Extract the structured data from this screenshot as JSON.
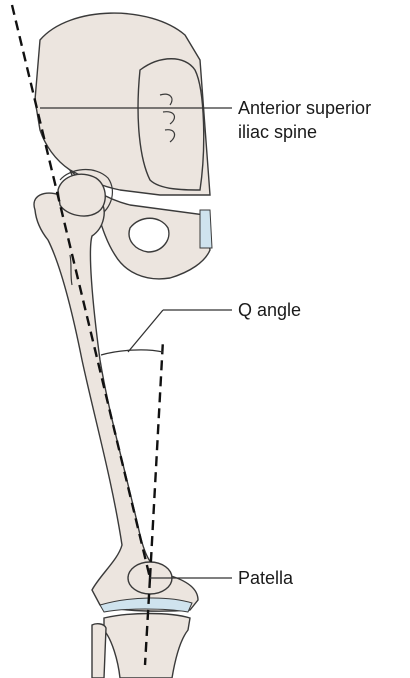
{
  "labels": {
    "asis_line1": "Anterior superior",
    "asis_line2": "iliac spine",
    "q_angle": "Q angle",
    "patella": "Patella"
  },
  "colors": {
    "bone_fill": "#ece5df",
    "bone_stroke": "#3a3a3a",
    "cartilage": "#cfe3ee",
    "dashed_line": "#111111",
    "leader_line": "#333333"
  }
}
